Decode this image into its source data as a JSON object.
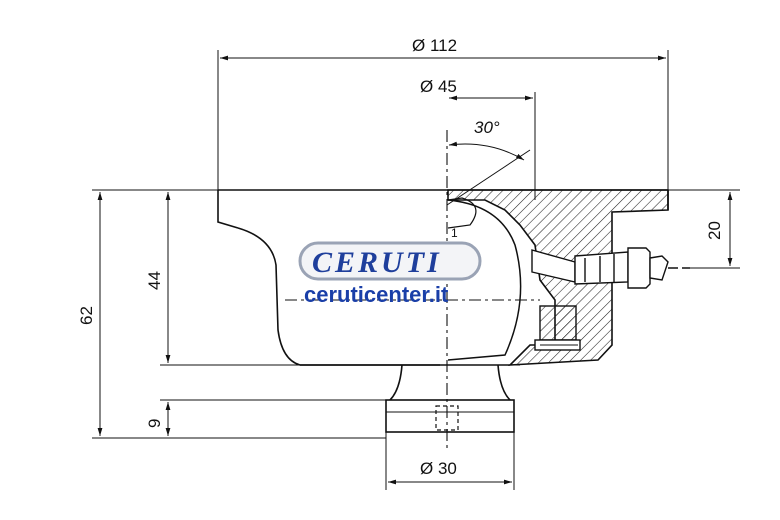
{
  "dimensions": {
    "overall_diameter": "Ø 112",
    "ball_diameter": "Ø 45",
    "angle": "30°",
    "total_height": "62",
    "body_height": "44",
    "top_thickness": "20",
    "base_height": "9",
    "base_diameter": "Ø 30"
  },
  "callout": "1",
  "watermark": {
    "brand": "CERUTI",
    "site": "ceruticenter.it"
  },
  "colors": {
    "line": "#111111",
    "hatch": "#222222",
    "logo_blue": "#1f3f9c",
    "logo_frame": "#9aa3b5"
  }
}
